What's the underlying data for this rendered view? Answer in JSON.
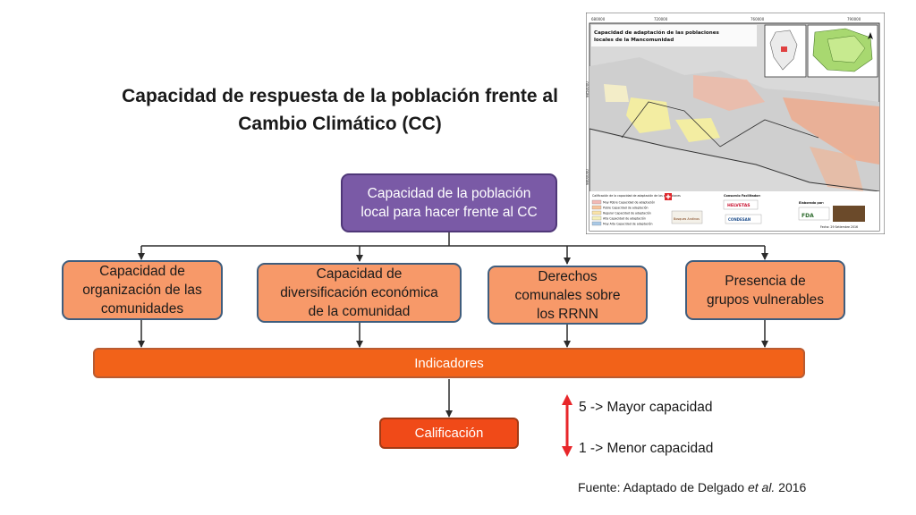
{
  "title": {
    "line1": "Capacidad de respuesta de la población frente al",
    "line2": "Cambio Climático (CC)"
  },
  "root_box": {
    "line1": "Capacidad de la población",
    "line2": "local para hacer frente al CC"
  },
  "categories": [
    {
      "line1": "Capacidad de",
      "line2": "organización de las",
      "line3": "comunidades"
    },
    {
      "line1": "Capacidad de",
      "line2": "diversificación económica",
      "line3": "de la comunidad"
    },
    {
      "line1": "Derechos",
      "line2": "comunales sobre",
      "line3": "los RRNN"
    },
    {
      "line1": "Presencia de",
      "line2": "grupos vulnerables"
    }
  ],
  "indicators_label": "Indicadores",
  "score_label": "Calificación",
  "legend": {
    "high": "5 -> Mayor capacidad",
    "low": "1 -> Menor capacidad",
    "arrow_color": "#e8262a"
  },
  "source": {
    "prefix": "Fuente: Adaptado de Delgado ",
    "italic": "et al.",
    "suffix": " 2016"
  },
  "map": {
    "title_line1": "Capacidad de adaptación de las poblaciones",
    "title_line2": "locales de la Mancomunidad",
    "axis_top": [
      "680000",
      "720000",
      "760000",
      "790000"
    ],
    "axis_left": [
      "9850000",
      "9800000"
    ],
    "legend_title": "Calificación de la capacidad de adaptación de las poblaciones",
    "legend_items": [
      "Muy Pobre Capacidad de adaptación",
      "Pobre Capacidad de adaptación",
      "Regular Capacidad de adaptación",
      "Alta Capacidad de adaptación",
      "Muy Alta Capacidad de adaptación"
    ],
    "legend_colors": [
      "#f3b9b5",
      "#f7c39a",
      "#fae3a8",
      "#f6f0b9",
      "#a9c9e6"
    ],
    "consortium_label": "Consorcio Facilitador:",
    "elaborated_label": "Elaborado por:",
    "logos": [
      "HELVETAS",
      "Bosques Andinos",
      "CONDESAN",
      "FDA"
    ],
    "date_text": "Fecha: 29 Setiembre 2016"
  }
}
